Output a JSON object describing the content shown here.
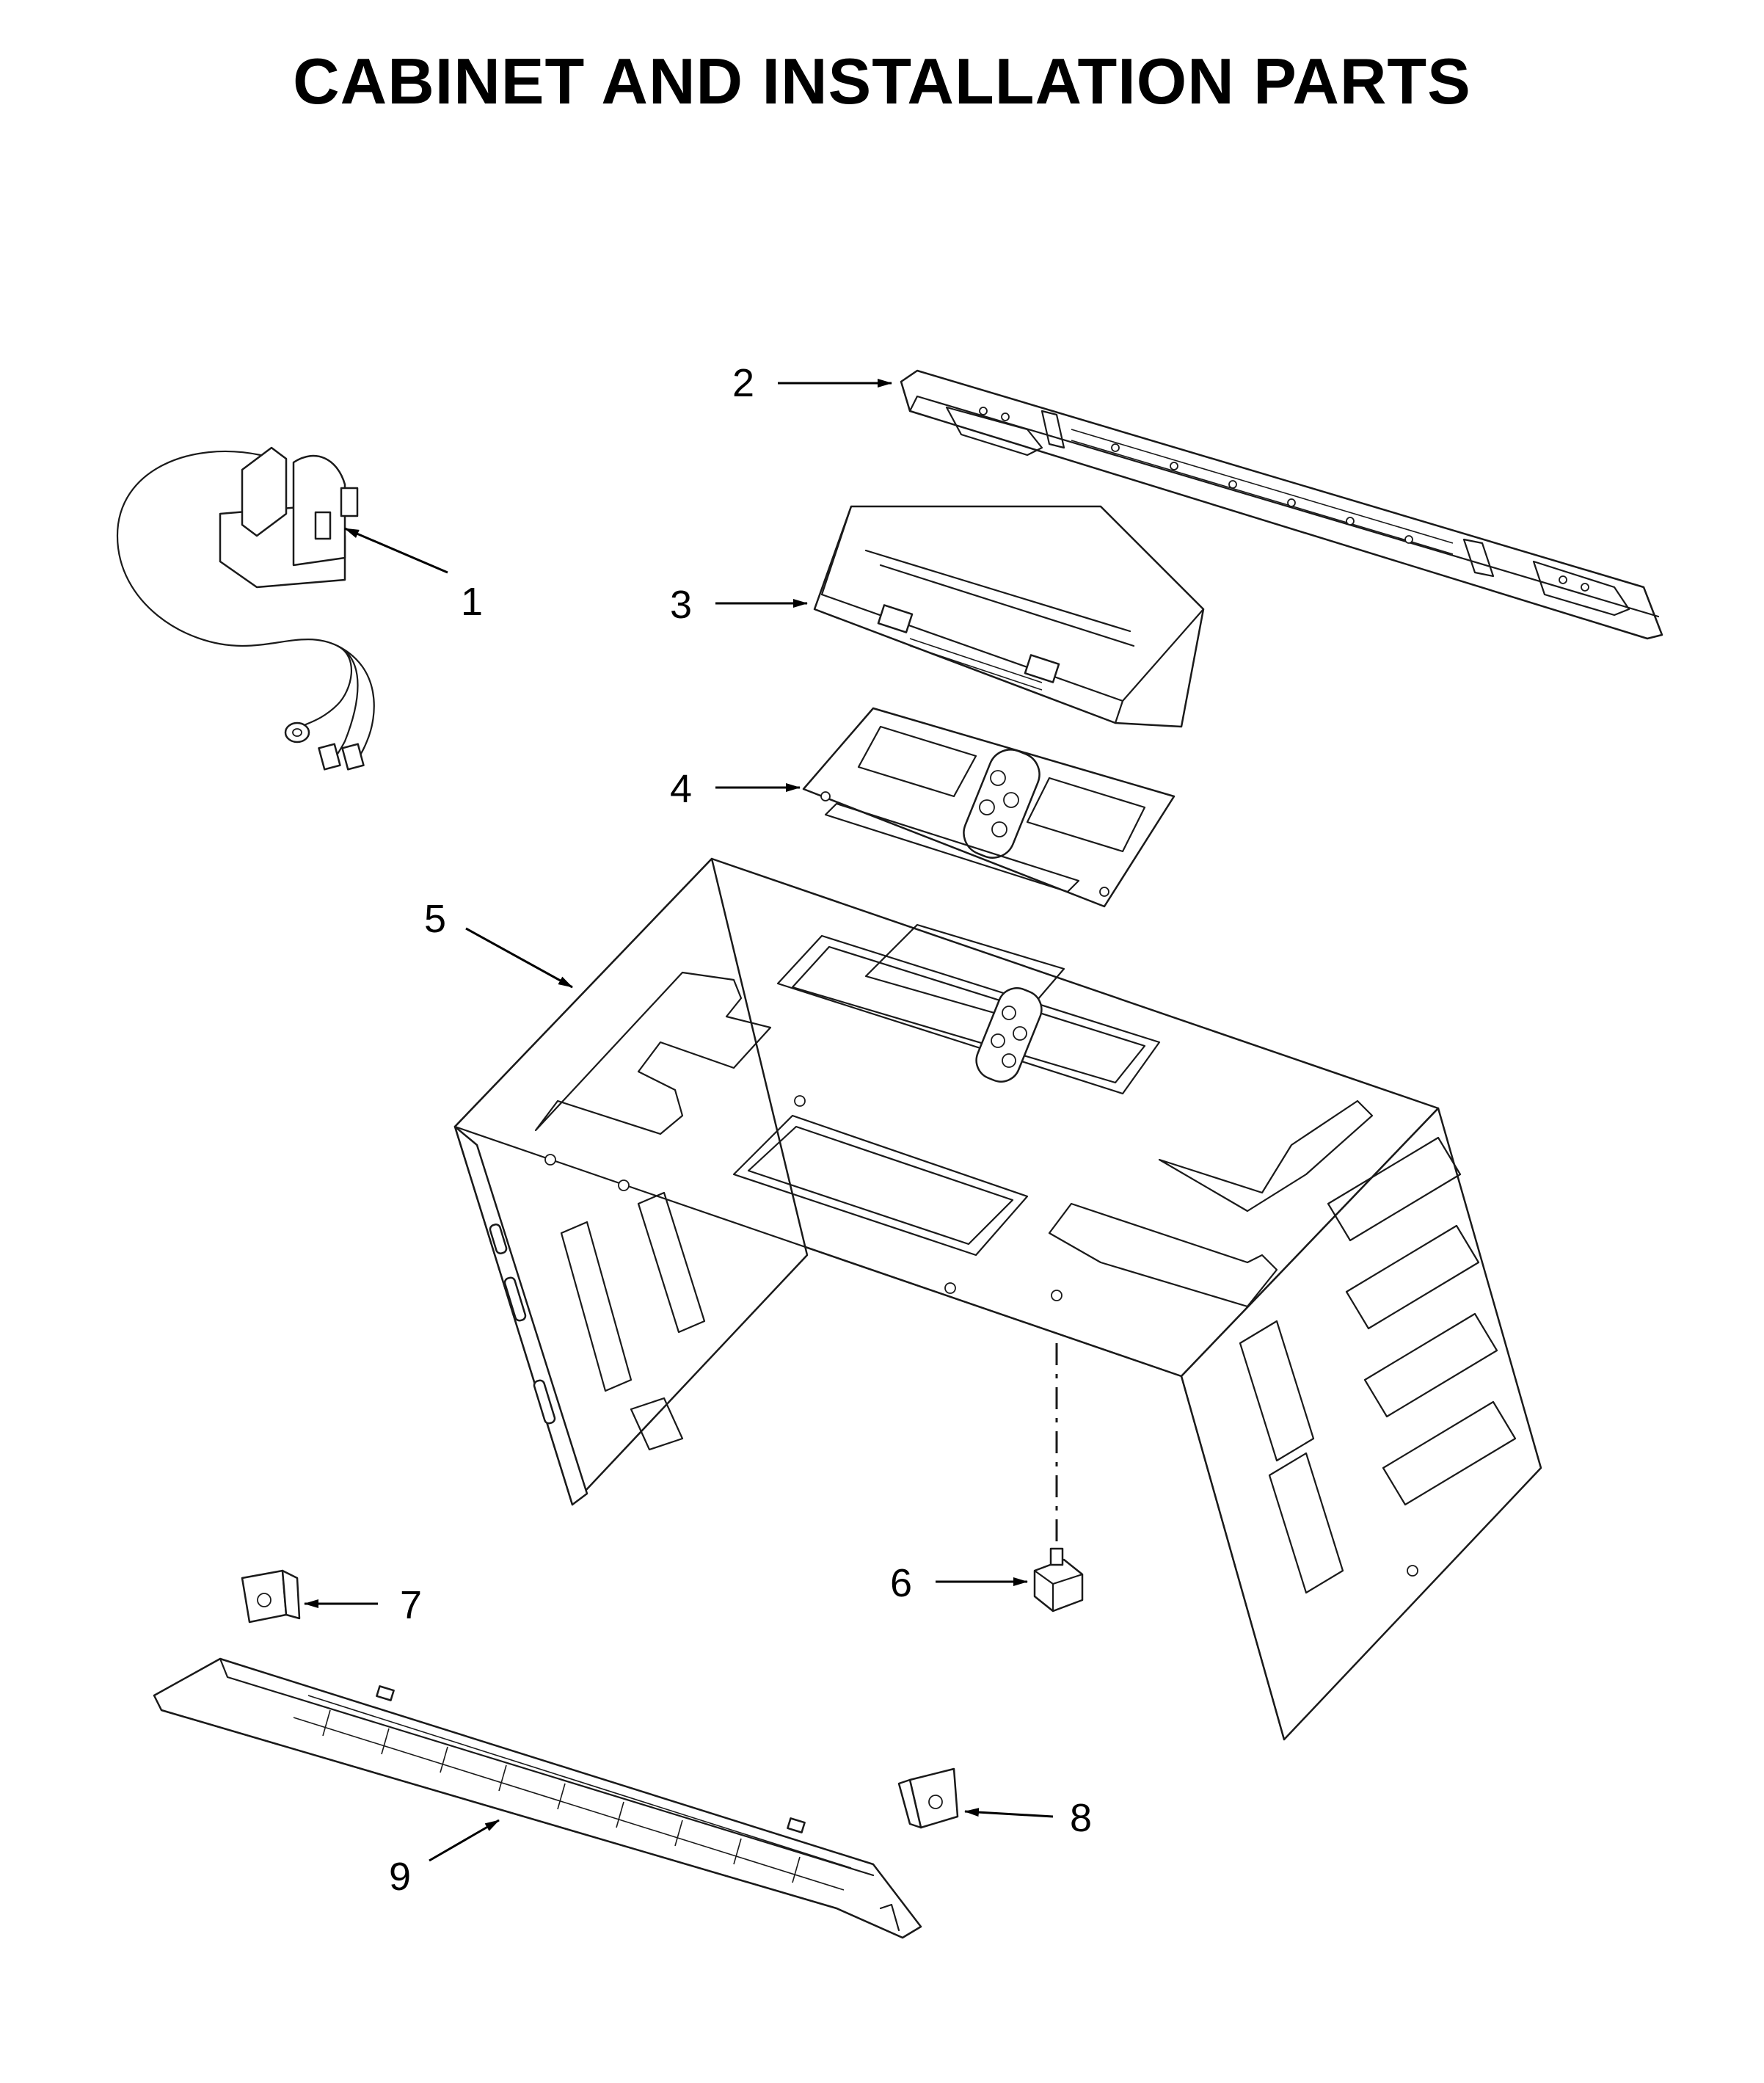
{
  "title": "CABINET AND INSTALLATION PARTS",
  "callouts": [
    {
      "id": "1",
      "label": "1"
    },
    {
      "id": "2",
      "label": "2"
    },
    {
      "id": "3",
      "label": "3"
    },
    {
      "id": "4",
      "label": "4"
    },
    {
      "id": "5",
      "label": "5"
    },
    {
      "id": "6",
      "label": "6"
    },
    {
      "id": "7",
      "label": "7"
    },
    {
      "id": "8",
      "label": "8"
    },
    {
      "id": "9",
      "label": "9"
    }
  ],
  "colors": {
    "line": "#1a1a1a",
    "background": "#ffffff",
    "text": "#000000"
  }
}
